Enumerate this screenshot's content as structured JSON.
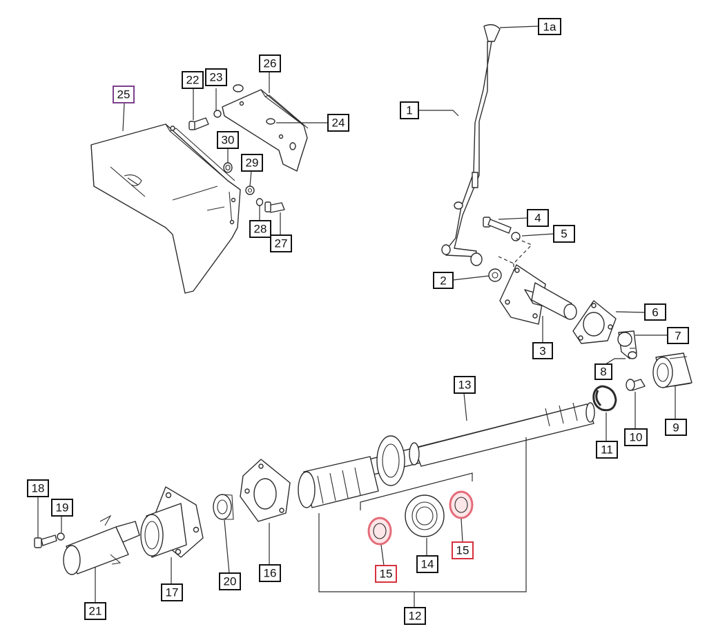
{
  "colors": {
    "line": "#2b2b2b",
    "label_border": "#111111",
    "label_highlight_red": "#d6303c",
    "label_highlight_purple": "#7b3f8c",
    "seal_highlight": "#e46b78"
  },
  "labels": {
    "p1a": "1a",
    "p1": "1",
    "p2": "2",
    "p3": "3",
    "p4": "4",
    "p5": "5",
    "p6": "6",
    "p7": "7",
    "p8": "8",
    "p9": "9",
    "p10": "10",
    "p11": "11",
    "p12": "12",
    "p13": "13",
    "p14": "14",
    "p15a": "15",
    "p15b": "15",
    "p16": "16",
    "p17": "17",
    "p18": "18",
    "p19": "19",
    "p20": "20",
    "p21": "21",
    "p22": "22",
    "p23": "23",
    "p24": "24",
    "p25": "25",
    "p26": "26",
    "p27": "27",
    "p28": "28",
    "p29": "29",
    "p30": "30"
  }
}
